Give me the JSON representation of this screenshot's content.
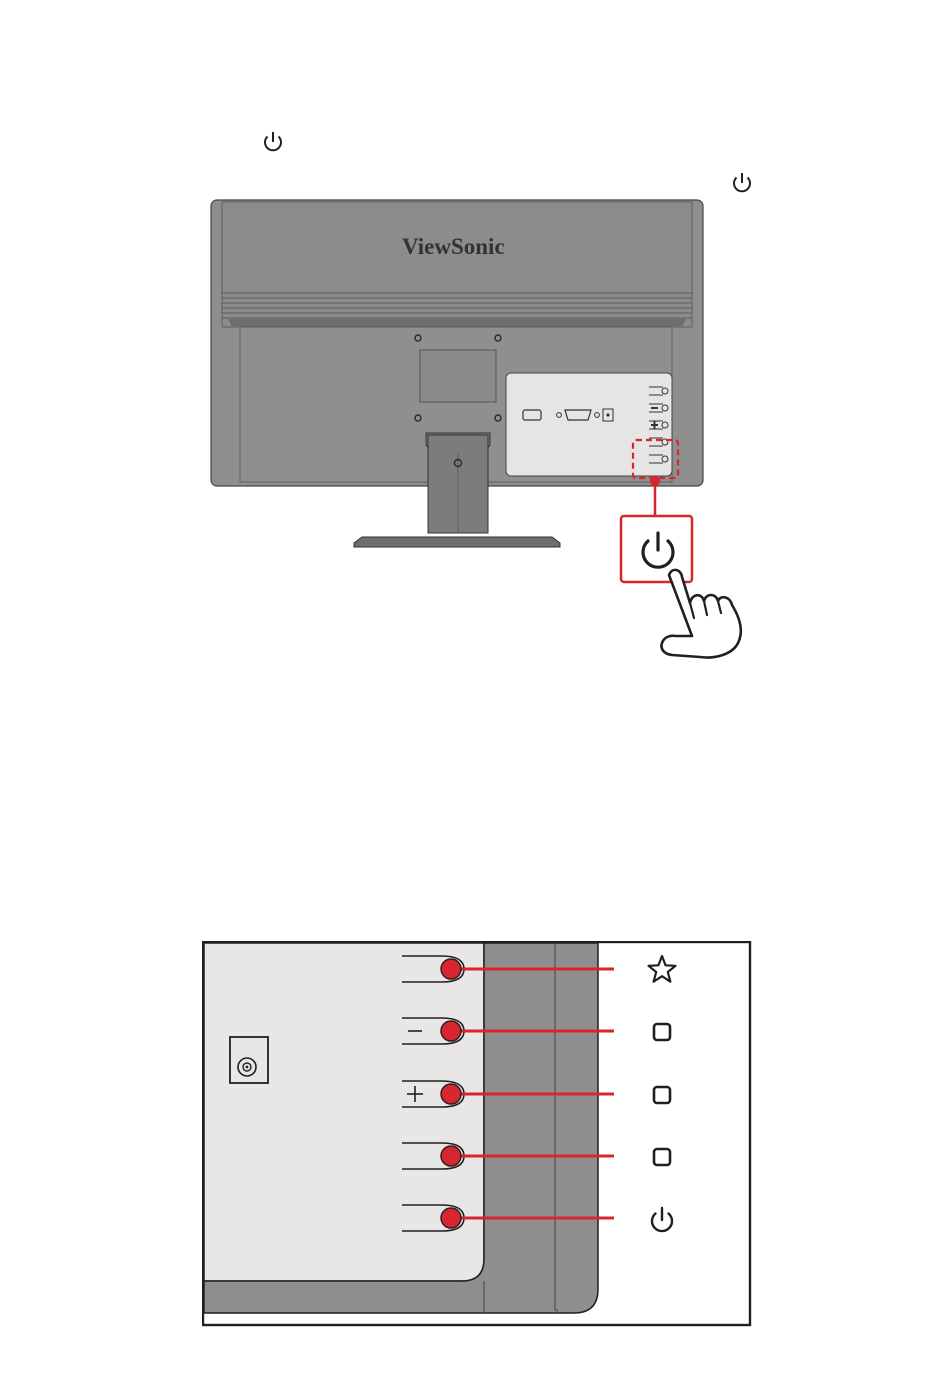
{
  "colors": {
    "accent_red": "#d7262e",
    "monitor_gray": "#8e8e8e",
    "monitor_dark": "#7a7a7a",
    "panel_light": "#e8e7e5",
    "outline": "#231f20"
  },
  "icons": {
    "inline_power_1": "power-icon",
    "inline_power_2": "power-icon",
    "callout_power": "power-icon",
    "hand": "pointing-hand-icon"
  },
  "monitor": {
    "brand": "ViewSonic"
  },
  "control_keys": [
    {
      "name": "key-1",
      "key_symbol": "",
      "function_icon": "star-icon"
    },
    {
      "name": "key-2",
      "key_symbol": "minus",
      "function_icon": "square-icon"
    },
    {
      "name": "key-3",
      "key_symbol": "plus",
      "function_icon": "square-icon"
    },
    {
      "name": "key-4",
      "key_symbol": "",
      "function_icon": "square-icon"
    },
    {
      "name": "key-5",
      "key_symbol": "",
      "function_icon": "power-icon"
    }
  ]
}
